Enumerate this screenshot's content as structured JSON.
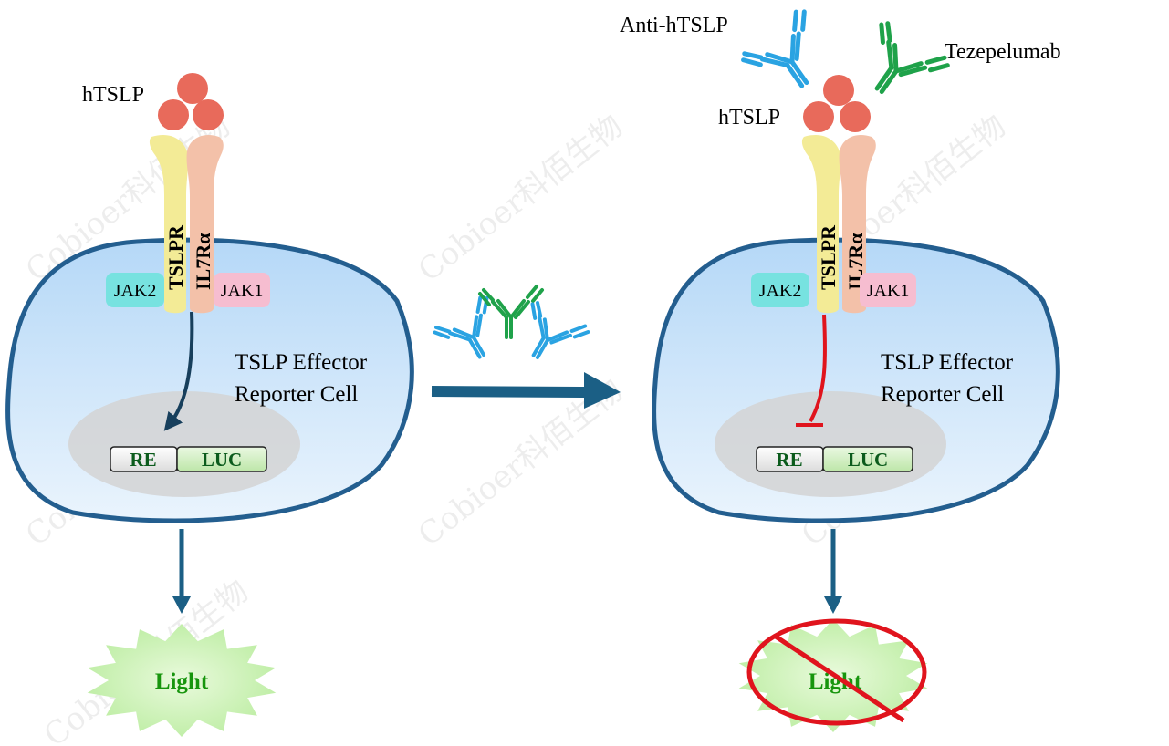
{
  "panels": [
    {
      "ligand_label": "hTSLP",
      "receptor_left": "TSLPR",
      "receptor_right": "IL7Rα",
      "kinase_left": "JAK2",
      "kinase_right": "JAK1",
      "cell_label_line1": "TSLP Effector",
      "cell_label_line2": "Reporter Cell",
      "gene_left": "RE",
      "gene_right": "LUC",
      "output_label": "Light",
      "signal": "activated",
      "output_blocked": false
    },
    {
      "ligand_label": "hTSLP",
      "receptor_left": "TSLPR",
      "receptor_right": "IL7Rα",
      "kinase_left": "JAK2",
      "kinase_right": "JAK1",
      "cell_label_line1": "TSLP Effector",
      "cell_label_line2": "Reporter Cell",
      "gene_left": "RE",
      "gene_right": "LUC",
      "output_label": "Light",
      "signal": "inhibited",
      "output_blocked": true
    }
  ],
  "antibodies": {
    "anti_label": "Anti-hTSLP",
    "tez_label": "Tezepelumab"
  },
  "watermark": "Cobioer科佰生物",
  "colors": {
    "cell_stroke": "#235e8f",
    "cell_fill_top": "#b5d8f7",
    "cell_fill_bottom": "#eaf4fd",
    "nucleus": "#d4d4d4",
    "ligand": "#e86a5b",
    "tslpr": "#f3eb96",
    "il7ra": "#f3c1a9",
    "jak2": "#77e2e0",
    "jak1": "#f6bdd0",
    "arrow": "#1b5f85",
    "inhibit": "#e0141d",
    "anti_antibody": "#2aa3e2",
    "tez_antibody": "#1fa24a",
    "light_fill": "#b9ec9e",
    "light_text": "#17950d",
    "gene_text": "#0b5b1c"
  }
}
